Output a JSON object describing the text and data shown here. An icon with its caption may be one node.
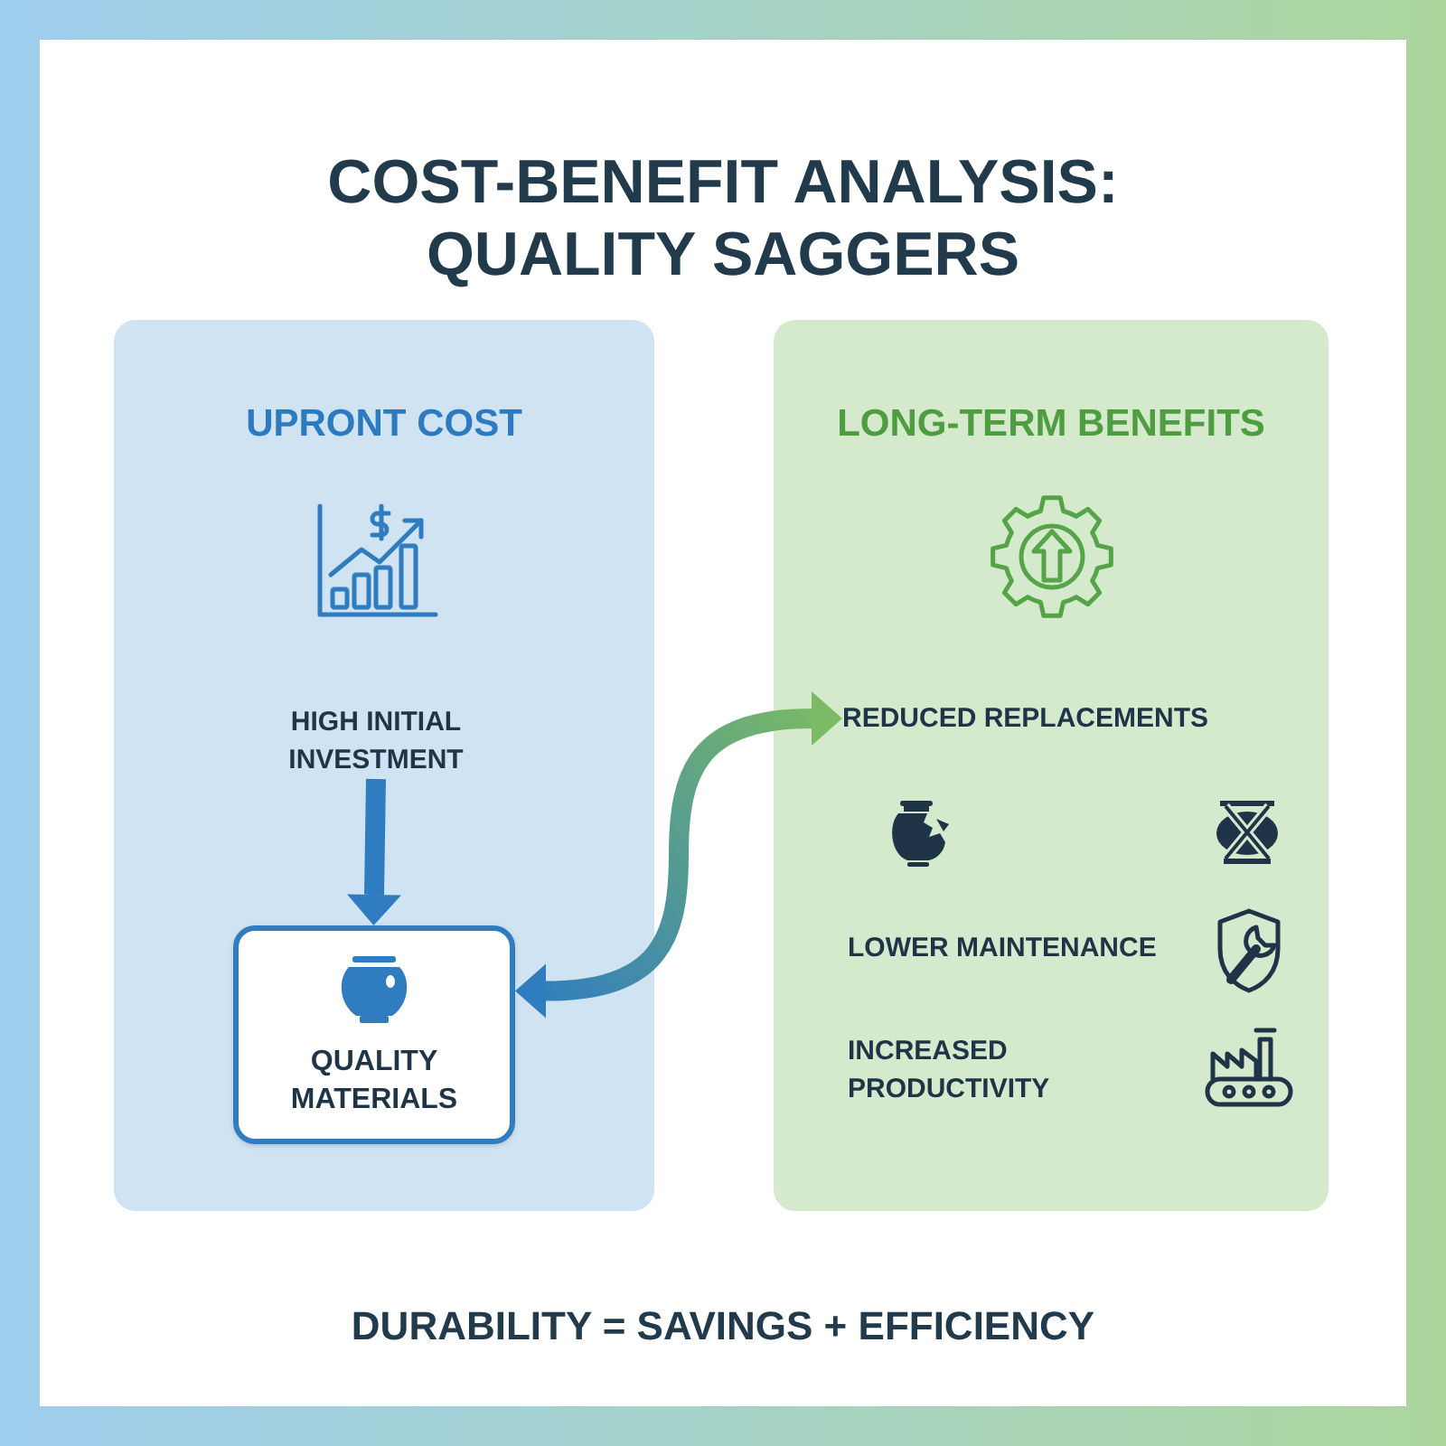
{
  "diagram": {
    "title": "COST-BENEFIT ANALYSIS: QUALITY SAGGERS",
    "caption": "DURABILITY = SAVINGS + EFFICIENCY",
    "nodes": [
      {
        "text": [
          "UPRONT COST"
        ]
      },
      {
        "text": [
          "HIGH INITIAL INVESTMENT"
        ],
        "in": 0
      },
      {
        "text": [
          "QUALITY MATERIALS"
        ],
        "in": 0
      },
      {
        "text": [
          "LONG-TERM BENEFITS"
        ]
      },
      {
        "text": [
          "REDUCED REPLACEMENTS"
        ],
        "in": 3
      }
    ],
    "edges": [
      {
        "from": 1,
        "to": 2,
        "arrow": "to",
        "style": "thick"
      },
      {
        "from": 2,
        "to": 4,
        "arrow": "both",
        "style": "thick",
        "color": "#7cbb63"
      }
    ],
    "labels": [
      "LOWER MAINTENANCE",
      "INCREASED PRODUCTIVITY"
    ]
  }
}
